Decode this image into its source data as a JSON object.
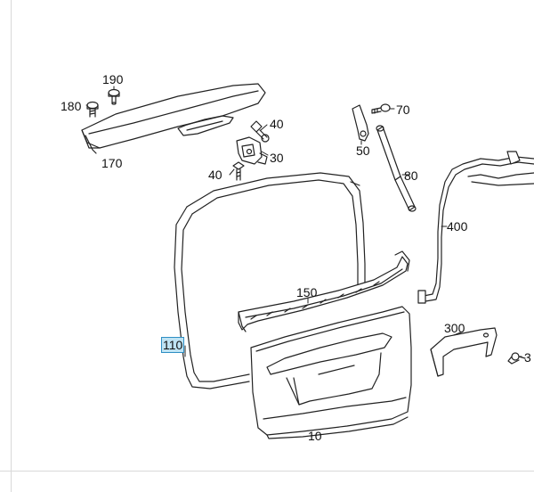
{
  "diagram": {
    "highlight_color": "#bfe3f3",
    "highlight_border": "#2f8fc4",
    "line_color": "#222222",
    "labels": {
      "p190": "190",
      "p180": "180",
      "p170": "170",
      "p40a": "40",
      "p30": "30",
      "p40b": "40",
      "p70": "70",
      "p50": "50",
      "p80": "80",
      "p400": "400",
      "p150": "150",
      "p110": "110",
      "p300": "300",
      "p3cut": "3",
      "p10": "10"
    },
    "highlighted_part": "110"
  }
}
